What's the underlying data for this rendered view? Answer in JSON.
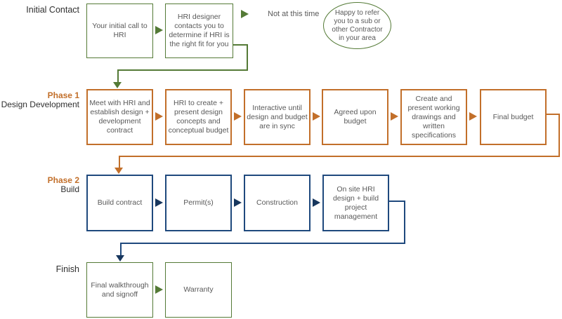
{
  "colors": {
    "green": "#547a36",
    "orange": "#c26f2a",
    "blue": "#1f497d",
    "blue_dark": "#17365d",
    "box_text": "#595959",
    "label_text": "#2f2f2f"
  },
  "rows": [
    {
      "label": "Initial Contact",
      "boxes": [
        "Your initial call to HRI",
        "HRI designer contacts you to determine if HRI is the right fit for you"
      ],
      "branch_text": "Not at this time",
      "callout": "Happy to refer you to a sub or other Contractor in your area"
    },
    {
      "phase": "Phase 1",
      "label": "Design Development",
      "boxes": [
        "Meet with HRI and establish design + development contract",
        "HRI to create + present design concepts and conceptual budget",
        "Interactive until design and budget are in sync",
        "Agreed upon budget",
        "Create and present working drawings and written specifications",
        "Final budget"
      ]
    },
    {
      "phase": "Phase 2",
      "label": "Build",
      "boxes": [
        "Build contract",
        "Permit(s)",
        "Construction",
        "On site HRI design + build project management"
      ]
    },
    {
      "label": "Finish",
      "boxes": [
        "Final walkthrough and signoff",
        "Warranty"
      ]
    }
  ]
}
